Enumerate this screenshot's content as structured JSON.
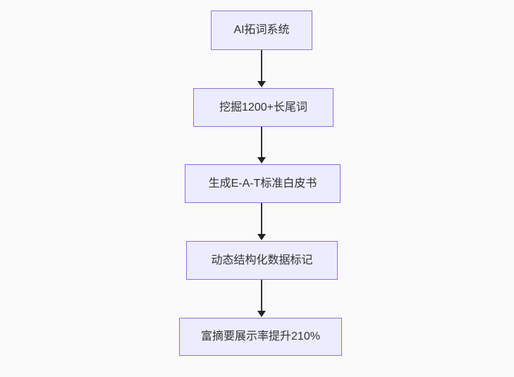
{
  "diagram": {
    "type": "flowchart",
    "direction": "top-down",
    "nodes": [
      {
        "id": "A",
        "label": "AI拓词系统"
      },
      {
        "id": "B",
        "label": "挖掘1200+长尾词"
      },
      {
        "id": "C",
        "label": "生成E-A-T标准白皮书"
      },
      {
        "id": "D",
        "label": "动态结构化数据标记"
      },
      {
        "id": "E",
        "label": "富摘要展示率提升210%"
      }
    ],
    "edges": [
      {
        "from": "A",
        "to": "B"
      },
      {
        "from": "B",
        "to": "C"
      },
      {
        "from": "C",
        "to": "D"
      },
      {
        "from": "D",
        "to": "E"
      }
    ],
    "colors": {
      "node_fill": "#ECECFF",
      "node_border": "#9370DB",
      "text": "#333333",
      "arrow": "#333333",
      "background": "#FAFAFA"
    }
  }
}
